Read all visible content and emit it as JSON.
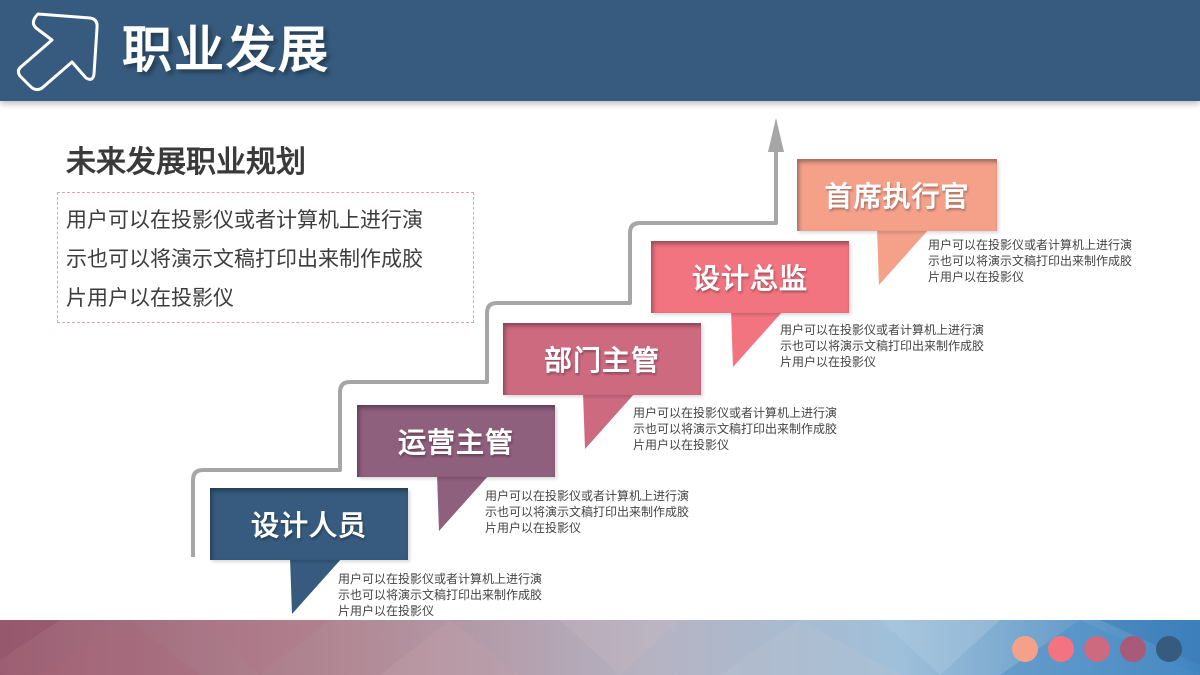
{
  "header": {
    "title": "职业发展",
    "icon": "arrow-up-right-icon",
    "background": "#365b7e"
  },
  "intro": {
    "title": "未来发展职业规划",
    "lines": [
      "用户可以在投影仪或者计算机上进行演",
      "示也可以将演示文稿打印出来制作成胶",
      "片用户以在投影仪"
    ]
  },
  "steps": [
    {
      "label": "设计人员",
      "color": "#365b7e",
      "desc": [
        "用户可以在投影仪或者计算机上进行演",
        "示也可以将演示文稿打印出来制作成胶",
        "片用户以在投影仪"
      ]
    },
    {
      "label": "运营主管",
      "color": "#8f5f7e",
      "desc": [
        "用户可以在投影仪或者计算机上进行演",
        "示也可以将演示文稿打印出来制作成胶",
        "片用户以在投影仪"
      ]
    },
    {
      "label": "部门主管",
      "color": "#cd6a80",
      "desc": [
        "用户可以在投影仪或者计算机上进行演",
        "示也可以将演示文稿打印出来制作成胶",
        "片用户以在投影仪"
      ]
    },
    {
      "label": "设计总监",
      "color": "#f17480",
      "desc": [
        "用户可以在投影仪或者计算机上进行演",
        "示也可以将演示文稿打印出来制作成胶",
        "片用户以在投影仪"
      ]
    },
    {
      "label": "首席执行官",
      "color": "#f5a18a",
      "desc": [
        "用户可以在投影仪或者计算机上进行演",
        "示也可以将演示文稿打印出来制作成胶",
        "片用户以在投影仪"
      ]
    }
  ],
  "footer": {
    "dots": [
      "#f5a18a",
      "#f17480",
      "#cd6a80",
      "#a85a78",
      "#365b7e"
    ]
  }
}
